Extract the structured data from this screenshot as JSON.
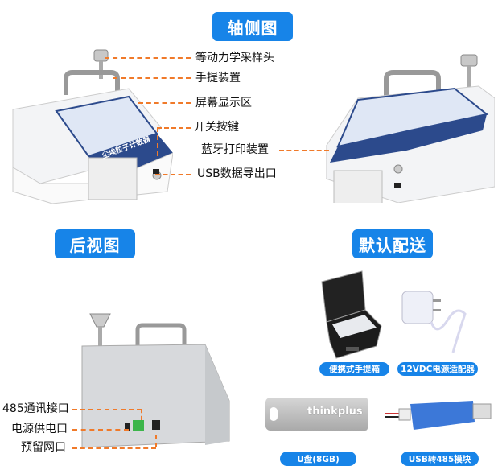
{
  "sections": {
    "isometric": "轴侧图",
    "rear": "后视图",
    "default_accessories": "默认配送"
  },
  "front_labels": {
    "sampling_head": "等动力学采样头",
    "handle": "手提装置",
    "screen": "屏幕显示区",
    "power_button": "开关按键",
    "bluetooth_printer": "蓝牙打印装置",
    "usb_export": "USB数据导出口"
  },
  "rear_labels": {
    "rs485": "485通讯接口",
    "power_input": "电源供电口",
    "network": "预留网口"
  },
  "device": {
    "panel_text": "尘埃粒子计数器"
  },
  "accessories": [
    {
      "label": "便携式手提箱"
    },
    {
      "label": "12VDC电源适配器"
    },
    {
      "label": "U盘(8GB)",
      "brand": "thinkplus"
    },
    {
      "label": "USB转485模块"
    }
  ],
  "colors": {
    "accent": "#1784e8",
    "leader": "#f07a2a",
    "panel": "#2c4a8c"
  }
}
